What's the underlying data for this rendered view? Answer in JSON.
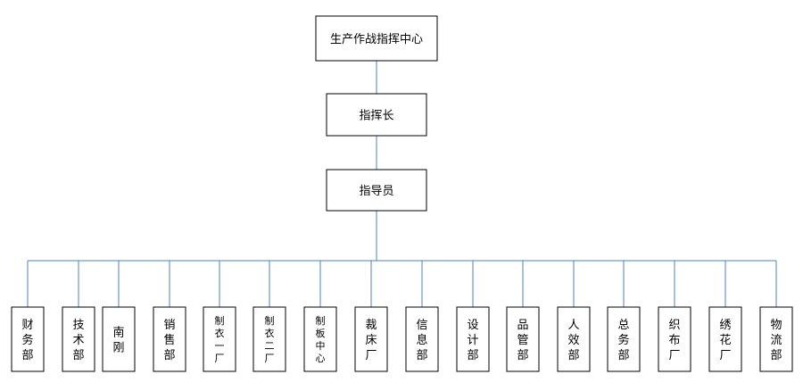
{
  "org_chart": {
    "root": "生产作战指挥中心",
    "level2": "指挥长",
    "level3": "指导员",
    "departments": [
      "财务部",
      "技术部",
      "南刚",
      "销售部",
      "制衣一厂",
      "制衣二厂",
      "制板中心",
      "裁床厂",
      "信息部",
      "设计部",
      "品管部",
      "人效部",
      "总务部",
      "织布厂",
      "绣花厂",
      "物流部"
    ]
  }
}
